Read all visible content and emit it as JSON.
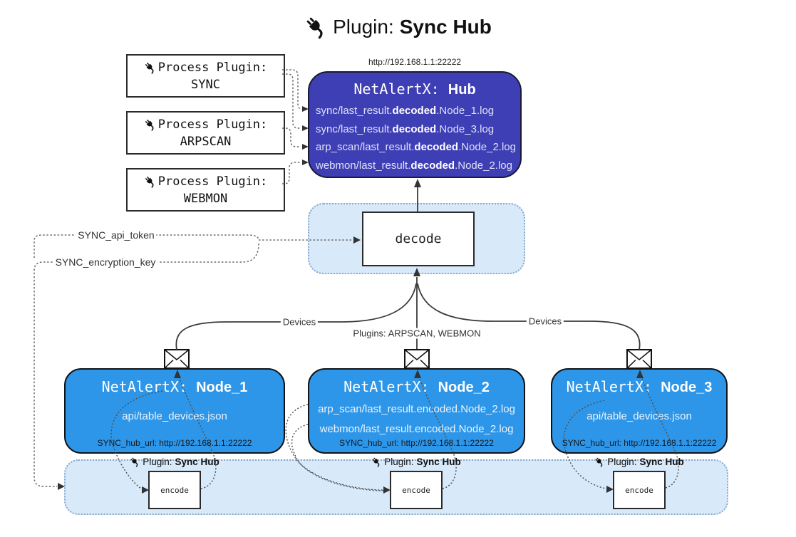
{
  "title": {
    "label": "Plugin:",
    "name": "Sync Hub"
  },
  "hub": {
    "url": "http://192.168.1.1:22222",
    "prefix": "NetAlertX:",
    "name": "Hub",
    "logs": [
      {
        "pre": "sync/last_result.",
        "mid": "decoded",
        "post": ".Node_1.log"
      },
      {
        "pre": "sync/last_result.",
        "mid": "decoded",
        "post": ".Node_3.log"
      },
      {
        "pre": "arp_scan/last_result.",
        "mid": "decoded",
        "post": ".Node_2.log"
      },
      {
        "pre": "webmon/last_result.",
        "mid": "decoded",
        "post": ".Node_2.log"
      }
    ]
  },
  "process_plugins": [
    {
      "title": "Process Plugin:",
      "name": "SYNC"
    },
    {
      "title": "Process Plugin:",
      "name": "ARPSCAN"
    },
    {
      "title": "Process Plugin:",
      "name": "WEBMON"
    }
  ],
  "decode_label": "decode",
  "encode_label": "encode",
  "sync_plugin_label": {
    "label": "Plugin:",
    "name": "Sync Hub"
  },
  "tokens": {
    "api_token": "SYNC_api_token",
    "encryption_key": "SYNC_encryption_key"
  },
  "edge_labels": {
    "devices_left": "Devices",
    "plugins_mid": "Plugins: ARPSCAN, WEBMON",
    "devices_right": "Devices"
  },
  "nodes": [
    {
      "prefix": "NetAlertX:",
      "name": "Node_1",
      "files": [
        "api/table_devices.json"
      ],
      "footer": "SYNC_hub_url: http://192.168.1.1:22222"
    },
    {
      "prefix": "NetAlertX:",
      "name": "Node_2",
      "files": [
        "arp_scan/last_result.encoded.Node_2.log",
        "webmon/last_result.encoded.Node_2.log"
      ],
      "footer": "SYNC_hub_url: http://192.168.1.1:22222"
    },
    {
      "prefix": "NetAlertX:",
      "name": "Node_3",
      "files": [
        "api/table_devices.json"
      ],
      "footer": "SYNC_hub_url: http://192.168.1.1:22222"
    }
  ],
  "colors": {
    "hub_bg": "#3f3fb5",
    "node_bg": "#2e96e8",
    "panel_bg": "#d8e9f9",
    "panel_border": "#89a9cc",
    "arrow": "#333333"
  }
}
